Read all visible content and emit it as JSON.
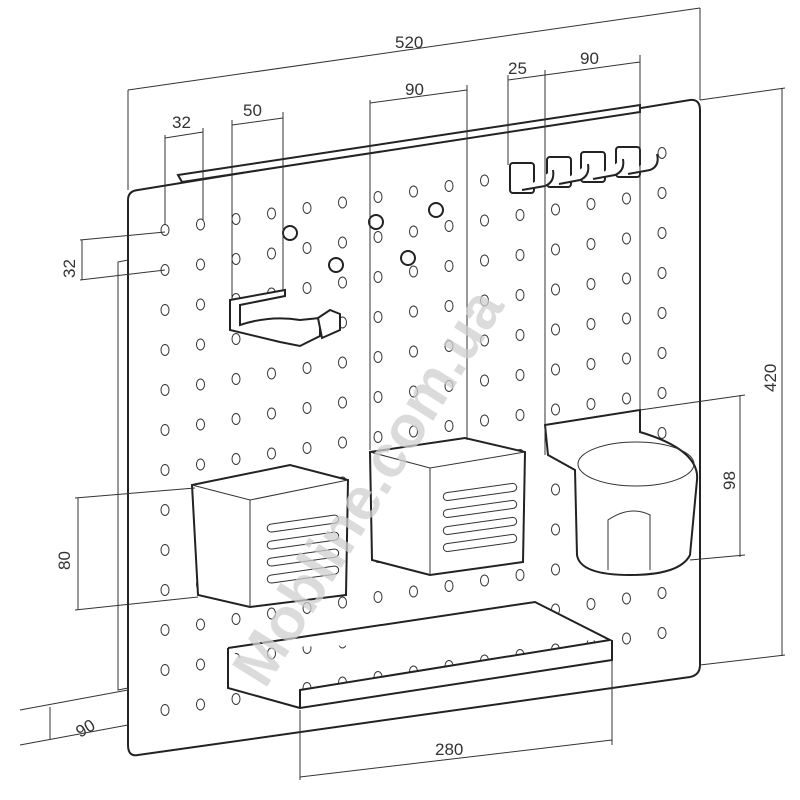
{
  "diagram": {
    "watermark": "Mobline.com.ua",
    "dimensions": {
      "total_width": "520",
      "total_height": "420",
      "hole_spacing_horizontal": "32",
      "hole_spacing_vertical": "32",
      "phone_holder_width": "50",
      "middle_basket_spacing": "90",
      "hook_width": "25",
      "hooks_spacing": "90",
      "basket_height": "80",
      "cup_holder_height": "98",
      "shelf_depth": "90",
      "shelf_width": "280"
    },
    "colors": {
      "line": "#333333",
      "background": "#ffffff"
    }
  }
}
